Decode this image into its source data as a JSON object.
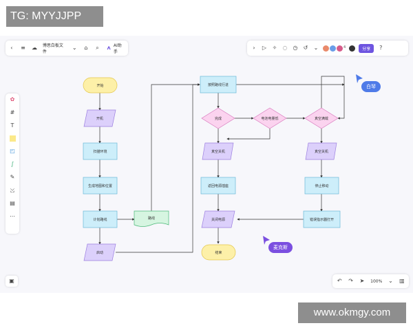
{
  "watermark_top": "TG: MYYJJPP",
  "watermark_bottom": "www.okmgy.com",
  "toolbar": {
    "file_title": "博思白板文件",
    "ai_label": "AI助手",
    "share_label": "分享",
    "avatar_count": "4"
  },
  "zoom": "100%",
  "cursors": {
    "user1": "白琴",
    "user2": "麦克斯"
  },
  "flow": {
    "start": "开始",
    "power_on": "开机",
    "scan_env": "扫描环境",
    "gen_map": "生成地图和位置",
    "plan_route": "计划路线",
    "route": "路线",
    "launch": "启动",
    "follow_route": "按照路线行进",
    "done": "完成",
    "battery": "电池电量低",
    "vacuum_full": "真空满载",
    "vacuum_off1": "真空关机",
    "return_dock": "返回电源插座",
    "shutdown": "关闭电源",
    "end": "结束",
    "vacuum_off2": "真空关机",
    "stop_move": "停止移动",
    "light_on": "错误指示器打开"
  },
  "colors": {
    "accent": "#6e55e0",
    "terminator_fill": "#fdf0a8",
    "io_fill": "#dcd0fb",
    "process_fill": "#cdeefa",
    "decision_fill": "#fbd3ef",
    "doc_fill": "#d6f5e1",
    "cursor_blue": "#4f7be8",
    "cursor_purple": "#7b4fe0"
  }
}
